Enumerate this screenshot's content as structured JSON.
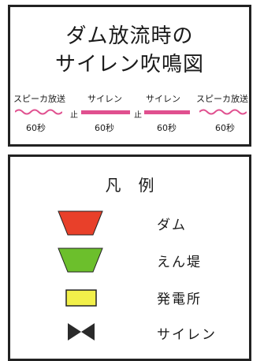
{
  "title": {
    "line1": "ダム放流時の",
    "line2": "サイレン吹鳴図"
  },
  "sequence": [
    {
      "label": "スピーカ放送",
      "duration": "60秒",
      "kind": "speaker"
    },
    {
      "stop": "止"
    },
    {
      "label": "サイレン",
      "duration": "60秒",
      "kind": "siren"
    },
    {
      "stop": "止"
    },
    {
      "label": "サイレン",
      "duration": "60秒",
      "kind": "siren"
    },
    {
      "label": "スピーカ放送",
      "duration": "60秒",
      "kind": "speaker"
    }
  ],
  "legend": {
    "title": "凡例",
    "items": [
      {
        "label": "ダム",
        "symbol": "red-trapezoid-icon",
        "color": "#e8402a"
      },
      {
        "label": "えん堤",
        "symbol": "green-trapezoid-icon",
        "color": "#6cbf2c"
      },
      {
        "label": "発電所",
        "symbol": "yellow-rectangle-icon",
        "color": "#f2f04a"
      },
      {
        "label": "サイレン",
        "symbol": "bowtie-icon",
        "color": "#2a2a2a"
      }
    ]
  },
  "colors": {
    "accent": "#e0508f",
    "border": "#222222"
  }
}
